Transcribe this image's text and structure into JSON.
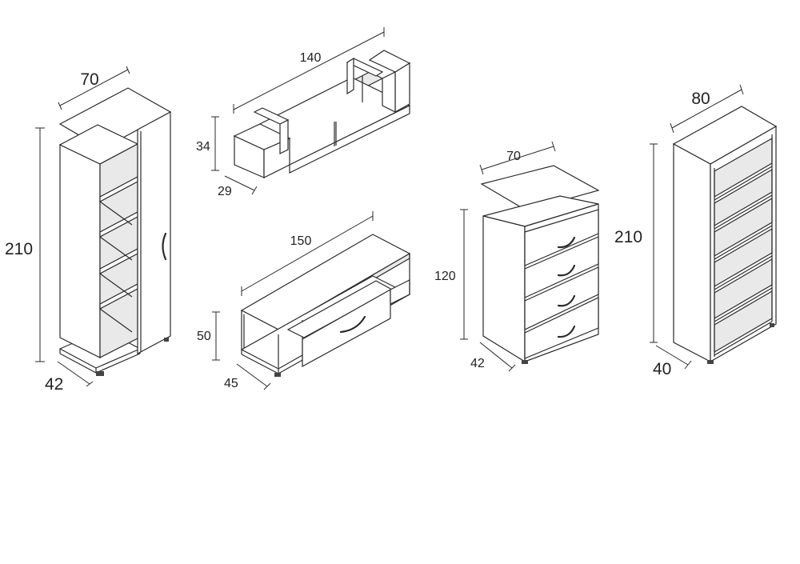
{
  "dimensions": {
    "wardrobe": {
      "width": "70",
      "height": "210",
      "depth": "42"
    },
    "wall_shelf": {
      "width": "140",
      "height": "34",
      "depth": "29"
    },
    "tv_stand": {
      "width": "150",
      "height": "50",
      "depth": "45"
    },
    "chest": {
      "width": "70",
      "height": "120",
      "depth": "42"
    },
    "bookcase": {
      "width": "80",
      "height": "210",
      "depth": "40"
    }
  },
  "colors": {
    "line": "#2a2a2a",
    "fill": "#ffffff",
    "shade": "#e9e9e9",
    "text": "#222222"
  },
  "icons": {
    "handle": "curved-handle-icon"
  }
}
